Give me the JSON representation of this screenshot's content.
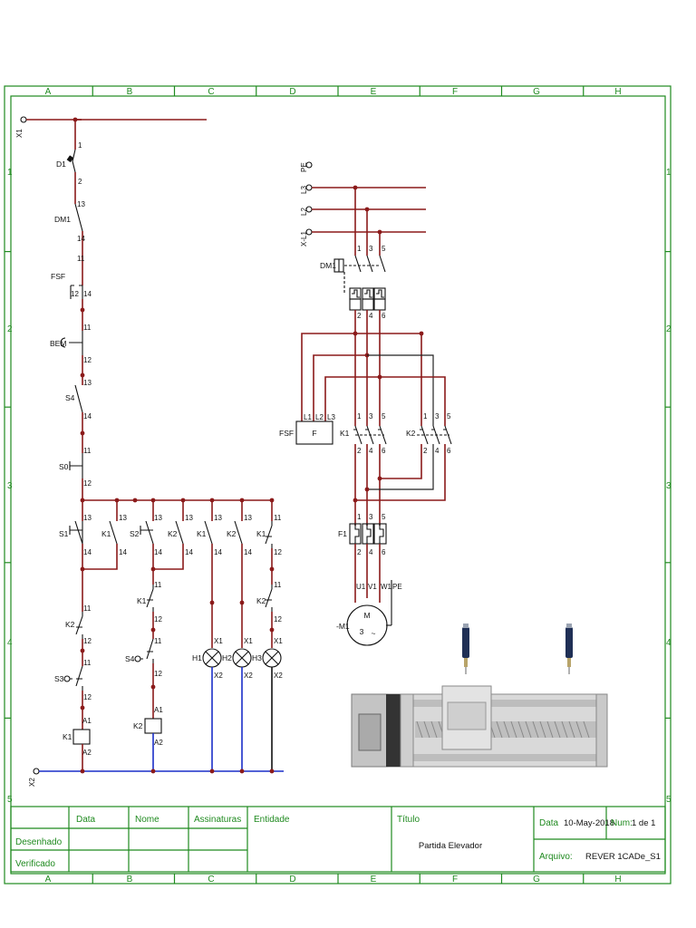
{
  "border_labels": {
    "columns": [
      "A",
      "B",
      "C",
      "D",
      "E",
      "F",
      "G",
      "H"
    ],
    "rows": [
      "1",
      "2",
      "3",
      "4",
      "5"
    ]
  },
  "control": {
    "supply_top": "X1",
    "supply_bottom": "X2",
    "d1": "D1",
    "dm1": "DM1",
    "fsf": "FSF",
    "bem": "BEM",
    "s4": "S4",
    "s0": "S0",
    "s1": "S1",
    "s2": "S2",
    "s3": "S3",
    "k1": "K1",
    "k2": "K2",
    "h1": "H1",
    "h2": "H2",
    "h3": "H3",
    "a1": "A1",
    "a2": "A2",
    "lamp_x1": "X1",
    "lamp_x2": "X2"
  },
  "terminals": {
    "t1": "1",
    "t2": "2",
    "t3": "3",
    "t4": "4",
    "t5": "5",
    "t6": "6",
    "t11": "11",
    "t12": "12",
    "t13": "13",
    "t14": "14"
  },
  "power": {
    "pe": "PE",
    "l1": "X-L1",
    "l2": "L2",
    "l3": "L3",
    "dm1": "DM1",
    "fsf": "FSF",
    "fsf_box": "F",
    "fsf_l1": "L1",
    "fsf_l2": "L2",
    "fsf_l3": "L3",
    "k1": "K1",
    "k2": "K2",
    "f1": "F1",
    "u1": "U1",
    "v1": "V1",
    "w1": "W1",
    "motor_pe": "PE",
    "motor_tag": "-M1",
    "motor_m": "M",
    "motor_phase": "3",
    "motor_ac": "~"
  },
  "title_block": {
    "data_col": "Data",
    "nome_col": "Nome",
    "assinaturas_col": "Assinaturas",
    "entidade_col": "Entidade",
    "titulo_label": "Título",
    "titulo_value": "Partida Elevador",
    "row_desenhado": "Desenhado",
    "row_verificado": "Verificado",
    "date_label": "Data",
    "date_value": "10-May-2018",
    "num_label": "Num:",
    "num_value": "1 de 1",
    "arquivo_label": "Arquivo:",
    "arquivo_value": "REVER 1CADe_S1"
  },
  "colors": {
    "frame": "#1f8a1f",
    "phase_wire": "#8b1a1a",
    "neutral_wire": "#1a2ec8",
    "black_wire": "#222222"
  }
}
